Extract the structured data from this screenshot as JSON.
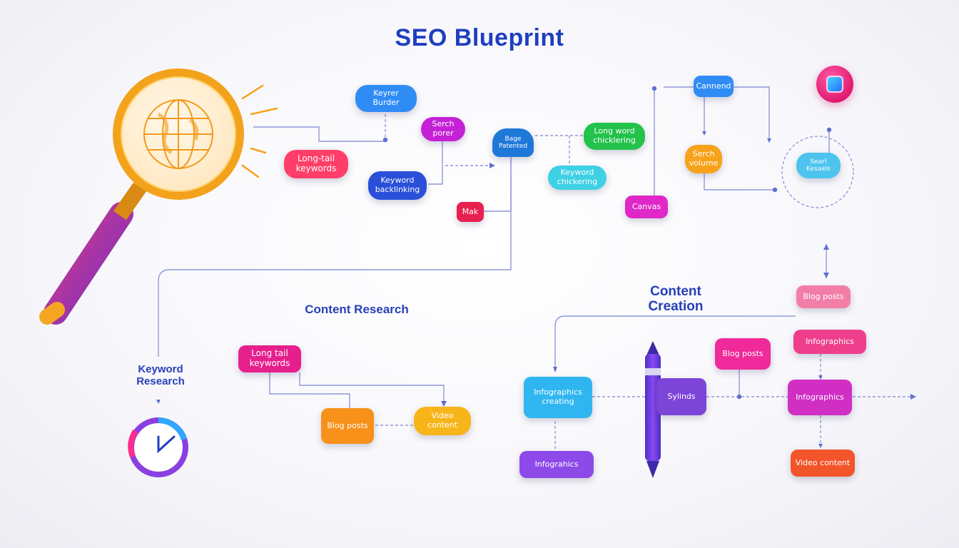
{
  "title": "SEO Blueprint",
  "sections": {
    "keyword_research": "Keyword Research",
    "content_research": "Content Research",
    "content_creation": "Content Creation"
  },
  "nodes": {
    "keyword_builder": "Keyrer Burder",
    "search_power": "Serch porer",
    "long_tail_top": "Long-tail keywords",
    "keyword_backlinking": "Keyword backlinking",
    "mak": "Mak",
    "cloud": "Bage Patented",
    "long_word_checking": "Long word chicklering",
    "keyword_checking": "Keyword chickering",
    "content_top": "Cannend",
    "search_volume": "Serch volume",
    "canvas": "Canvas",
    "seed_keyword": "Searl Kesaels",
    "long_tail_mid": "Long tail keywords",
    "blog_posts_mid": "Blog posts",
    "video_content_mid": "Video content",
    "infographics_creating": "Infographics creating",
    "infograhics": "Infograhics",
    "sylinds": "Sylinds",
    "blog_posts_right": "Blog posts",
    "blog_posts_pink": "Blog posts",
    "infographics_top": "Infographics",
    "infographics_right": "Infographics",
    "video_content_right": "Video content"
  },
  "icons": {
    "magnifier": "magnifying-glass-icon",
    "globe": "globe-icon",
    "clock": "clock-icon",
    "pen": "pen-icon",
    "badge": "app-badge-icon"
  },
  "colors": {
    "title": "#1f3fbf",
    "accent_orange": "#f7a21a",
    "accent_pink": "#ff2d8c",
    "accent_purple": "#8b3fe0",
    "accent_blue": "#2f6cff"
  }
}
